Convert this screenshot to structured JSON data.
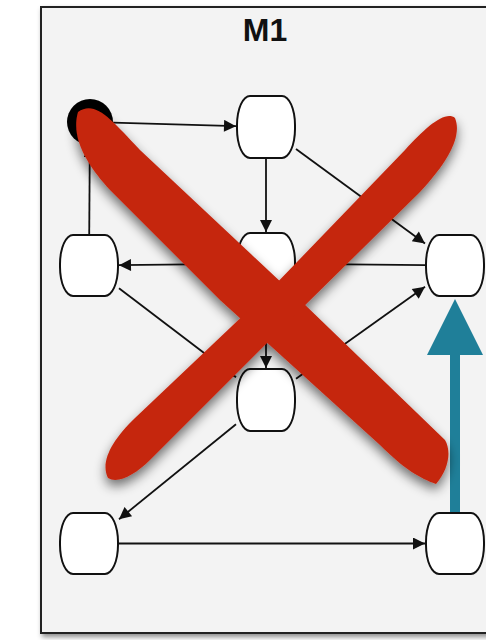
{
  "diagram": {
    "title": "M1",
    "nodes": [
      {
        "text": []
      },
      {
        "text": []
      },
      {
        "text": []
      },
      {
        "text": []
      },
      {
        "text": []
      },
      {
        "text": []
      },
      {
        "text": []
      },
      {
        "text": []
      }
    ],
    "edges": [
      {
        "from": 0,
        "to": 1,
        "arrow": "to"
      },
      {
        "from": 1,
        "to": 3,
        "arrow": "to"
      },
      {
        "from": 1,
        "to": 4,
        "arrow": "to"
      },
      {
        "from": 3,
        "to": 2,
        "arrow": "to"
      },
      {
        "from": 4,
        "to": 3,
        "arrow": "to"
      },
      {
        "from": 2,
        "to": 0,
        "arrow": "to"
      },
      {
        "from": 2,
        "to": 5,
        "arrow": "to"
      },
      {
        "from": 5,
        "to": 4,
        "arrow": "to"
      },
      {
        "from": 5,
        "to": 6,
        "arrow": "to"
      },
      {
        "from": 3,
        "to": 5,
        "arrow": "to"
      },
      {
        "from": 6,
        "to": 7,
        "arrow": "to"
      },
      {
        "from": 7,
        "to": 4,
        "arrow": "to"
      }
    ]
  }
}
